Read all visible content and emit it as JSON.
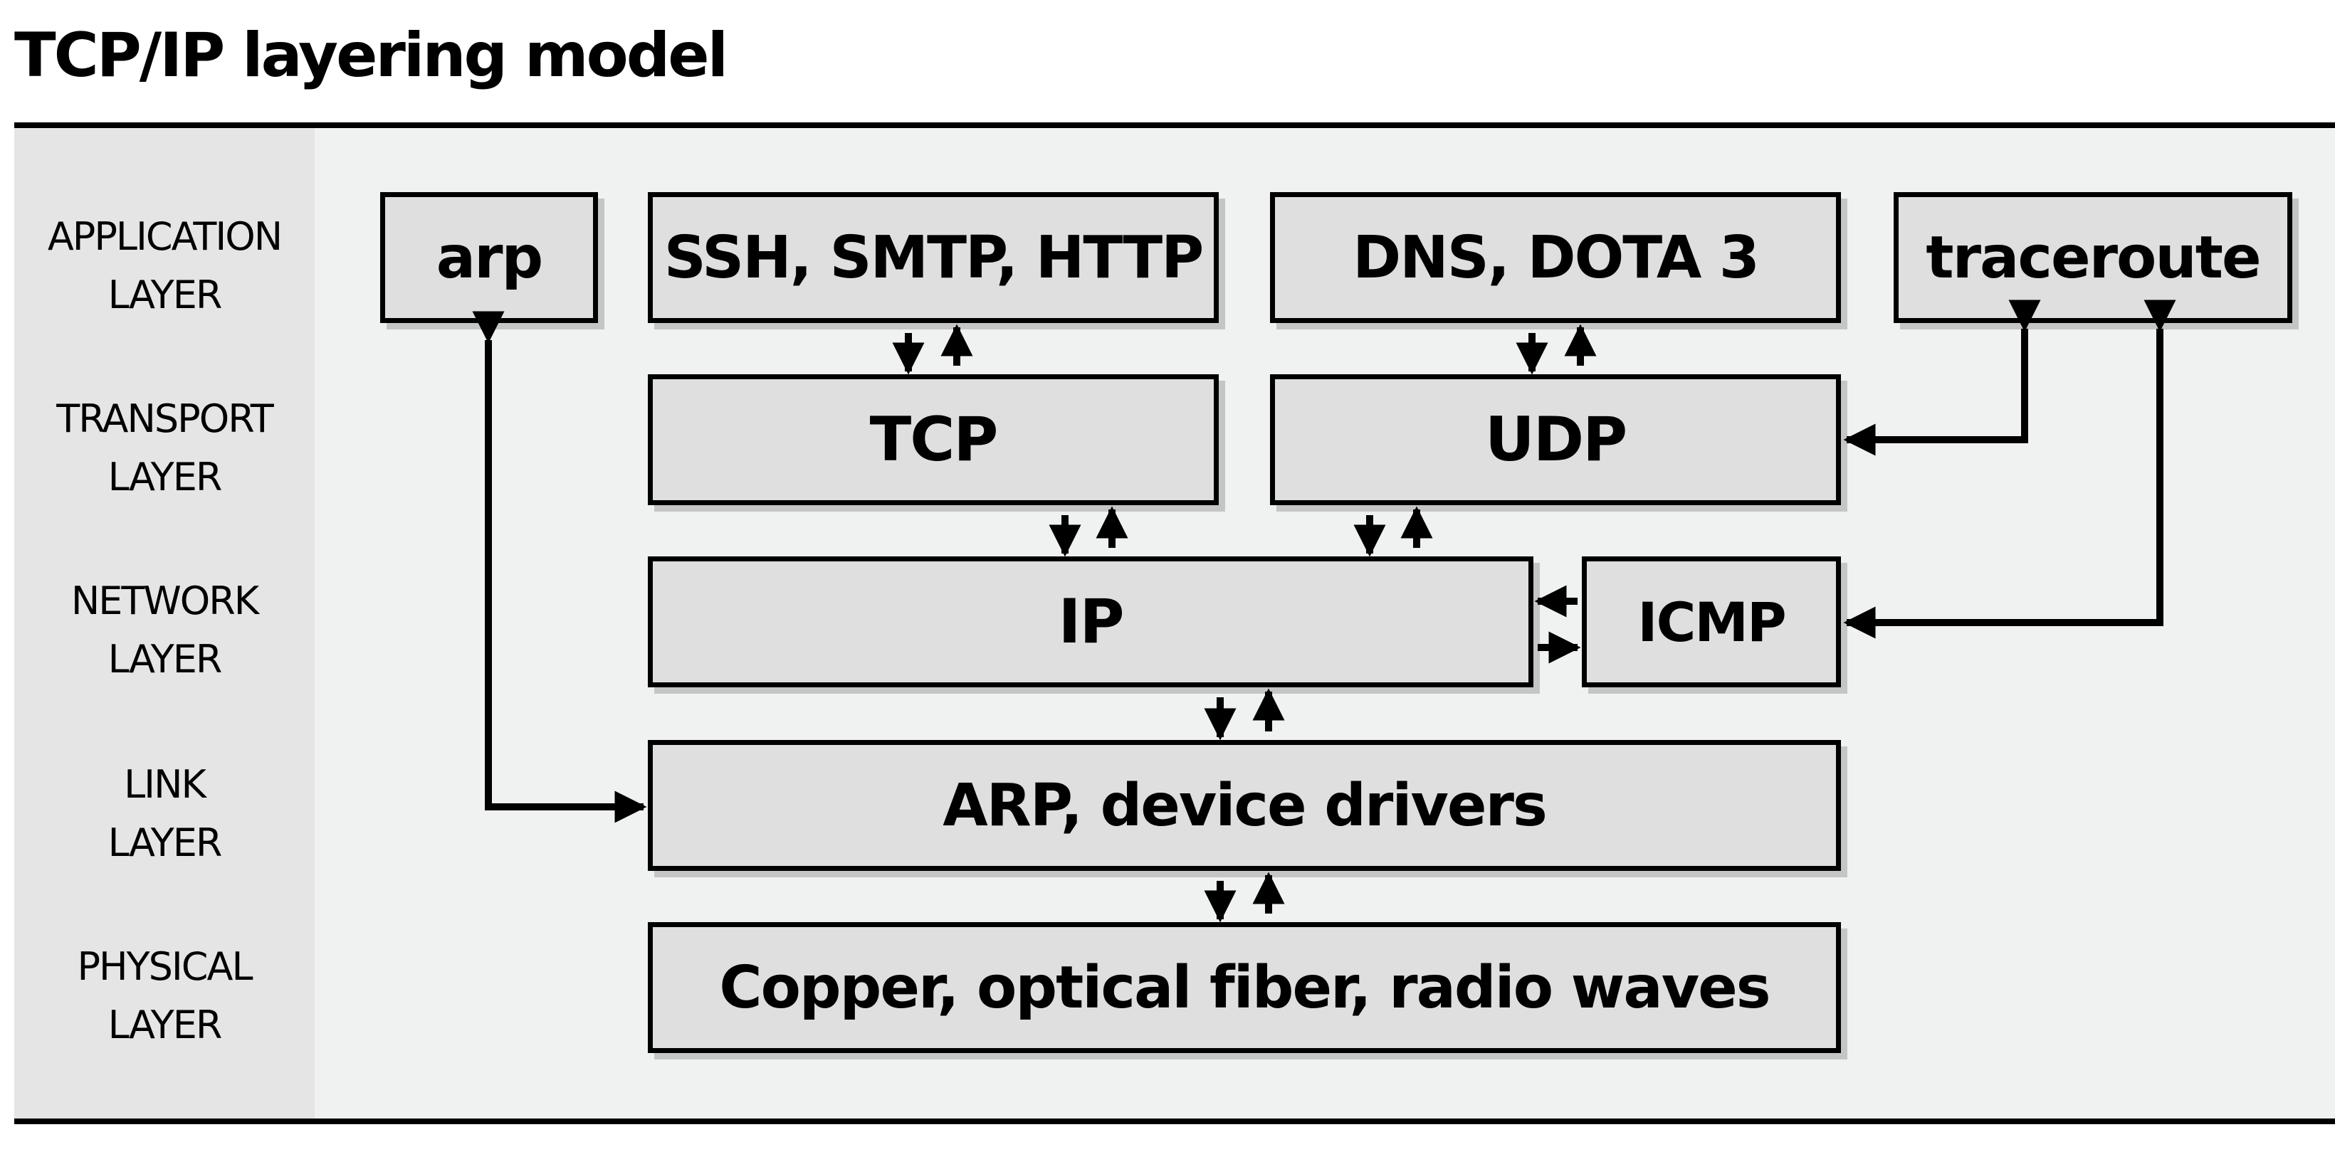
{
  "title": "TCP/IP layering model",
  "layers": [
    {
      "label": "APPLICATION\nLAYER"
    },
    {
      "label": "TRANSPORT\nLAYER"
    },
    {
      "label": "NETWORK\nLAYER"
    },
    {
      "label": "LINK\nLAYER"
    },
    {
      "label": "PHYSICAL\nLAYER"
    }
  ],
  "boxes": {
    "arp": "arp",
    "app_tcp": "SSH, SMTP, HTTP",
    "app_udp": "DNS, DOTA 3",
    "traceroute": "traceroute",
    "tcp": "TCP",
    "udp": "UDP",
    "ip": "IP",
    "icmp": "ICMP",
    "link": "ARP, device drivers",
    "physical": "Copper, optical fiber, radio waves"
  }
}
